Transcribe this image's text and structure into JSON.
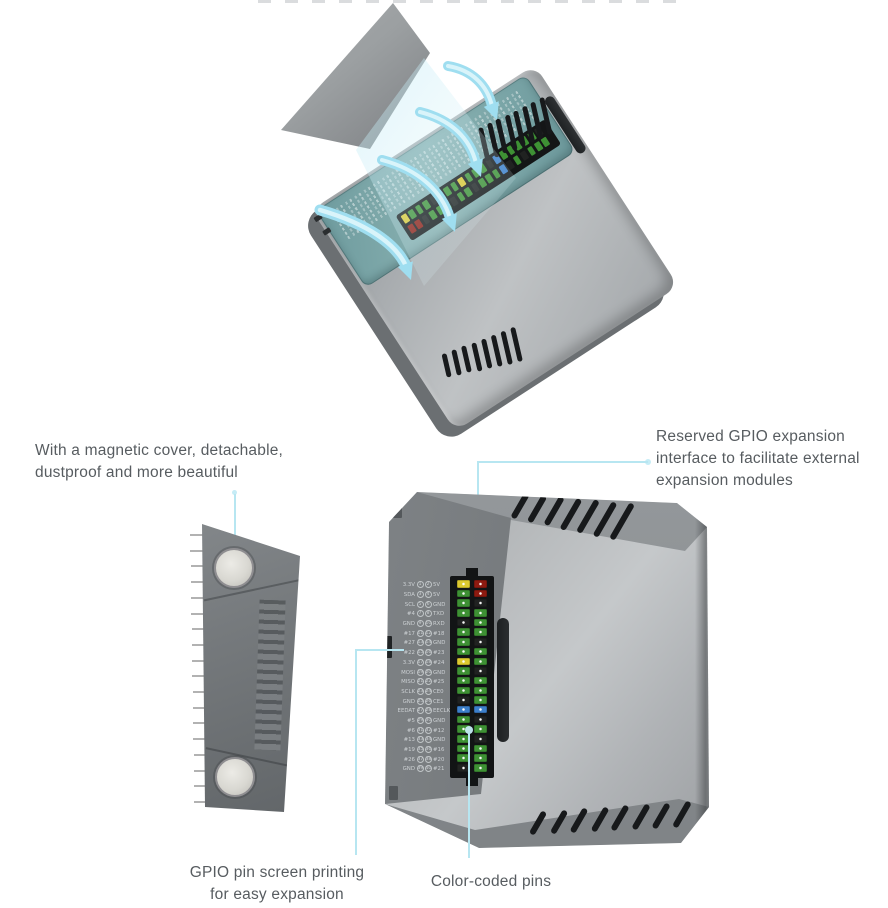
{
  "product_annotations": {
    "magnetic_cover": {
      "line1": "With a magnetic cover, detachable,",
      "line2": "dustproof and more beautiful"
    },
    "gpio_expansion": {
      "line1": "Reserved GPIO expansion",
      "line2": "interface to facilitate external",
      "line3": "expansion modules"
    },
    "screen_printing": {
      "line1": "GPIO pin screen printing",
      "line2": "for easy expansion"
    },
    "color_coded": {
      "line1": "Color-coded pins"
    }
  },
  "colors": {
    "leader_line": "#b7e6f1",
    "arrow": "#9fdef0",
    "case_light": "#bfc2c4",
    "case_dark": "#74787b",
    "pcb_teal": "#8ab2b2",
    "pin_3v3": "#ddc92f",
    "pin_5v": "#8e1a10",
    "pin_ground": "#202221",
    "pin_gpio": "#3e9134",
    "pin_eeprom": "#3c7fca"
  },
  "gpio": {
    "rows": [
      {
        "left": "3.3V",
        "lpin": "1",
        "rpin": "2",
        "right": "5V",
        "lcolor": "#ddc92f",
        "rcolor": "#8e1a10"
      },
      {
        "left": "SDA",
        "lpin": "3",
        "rpin": "4",
        "right": "5V",
        "lcolor": "#3e9134",
        "rcolor": "#8e1a10"
      },
      {
        "left": "SCL",
        "lpin": "5",
        "rpin": "6",
        "right": "GND",
        "lcolor": "#3e9134",
        "rcolor": "#202221"
      },
      {
        "left": "#4",
        "lpin": "7",
        "rpin": "8",
        "right": "TXD",
        "lcolor": "#3e9134",
        "rcolor": "#3e9134"
      },
      {
        "left": "GND",
        "lpin": "9",
        "rpin": "10",
        "right": "RXD",
        "lcolor": "#202221",
        "rcolor": "#3e9134"
      },
      {
        "left": "#17",
        "lpin": "11",
        "rpin": "12",
        "right": "#18",
        "lcolor": "#3e9134",
        "rcolor": "#3e9134"
      },
      {
        "left": "#27",
        "lpin": "13",
        "rpin": "14",
        "right": "GND",
        "lcolor": "#3e9134",
        "rcolor": "#202221"
      },
      {
        "left": "#22",
        "lpin": "15",
        "rpin": "16",
        "right": "#23",
        "lcolor": "#3e9134",
        "rcolor": "#3e9134"
      },
      {
        "left": "3.3V",
        "lpin": "17",
        "rpin": "18",
        "right": "#24",
        "lcolor": "#ddc92f",
        "rcolor": "#3e9134"
      },
      {
        "left": "MOSI",
        "lpin": "19",
        "rpin": "20",
        "right": "GND",
        "lcolor": "#3e9134",
        "rcolor": "#202221"
      },
      {
        "left": "MISO",
        "lpin": "21",
        "rpin": "22",
        "right": "#25",
        "lcolor": "#3e9134",
        "rcolor": "#3e9134"
      },
      {
        "left": "SCLK",
        "lpin": "23",
        "rpin": "24",
        "right": "CE0",
        "lcolor": "#3e9134",
        "rcolor": "#3e9134"
      },
      {
        "left": "GND",
        "lpin": "25",
        "rpin": "26",
        "right": "CE1",
        "lcolor": "#202221",
        "rcolor": "#3e9134"
      },
      {
        "left": "EEDAT",
        "lpin": "27",
        "rpin": "28",
        "right": "EECLK",
        "lcolor": "#3c7fca",
        "rcolor": "#3c7fca"
      },
      {
        "left": "#5",
        "lpin": "29",
        "rpin": "30",
        "right": "GND",
        "lcolor": "#3e9134",
        "rcolor": "#202221"
      },
      {
        "left": "#6",
        "lpin": "31",
        "rpin": "32",
        "right": "#12",
        "lcolor": "#3e9134",
        "rcolor": "#3e9134"
      },
      {
        "left": "#13",
        "lpin": "33",
        "rpin": "34",
        "right": "GND",
        "lcolor": "#3e9134",
        "rcolor": "#202221"
      },
      {
        "left": "#19",
        "lpin": "35",
        "rpin": "36",
        "right": "#16",
        "lcolor": "#3e9134",
        "rcolor": "#3e9134"
      },
      {
        "left": "#26",
        "lpin": "37",
        "rpin": "38",
        "right": "#20",
        "lcolor": "#3e9134",
        "rcolor": "#3e9134"
      },
      {
        "left": "GND",
        "lpin": "39",
        "rpin": "40",
        "right": "#21",
        "lcolor": "#202221",
        "rcolor": "#3e9134"
      }
    ]
  }
}
